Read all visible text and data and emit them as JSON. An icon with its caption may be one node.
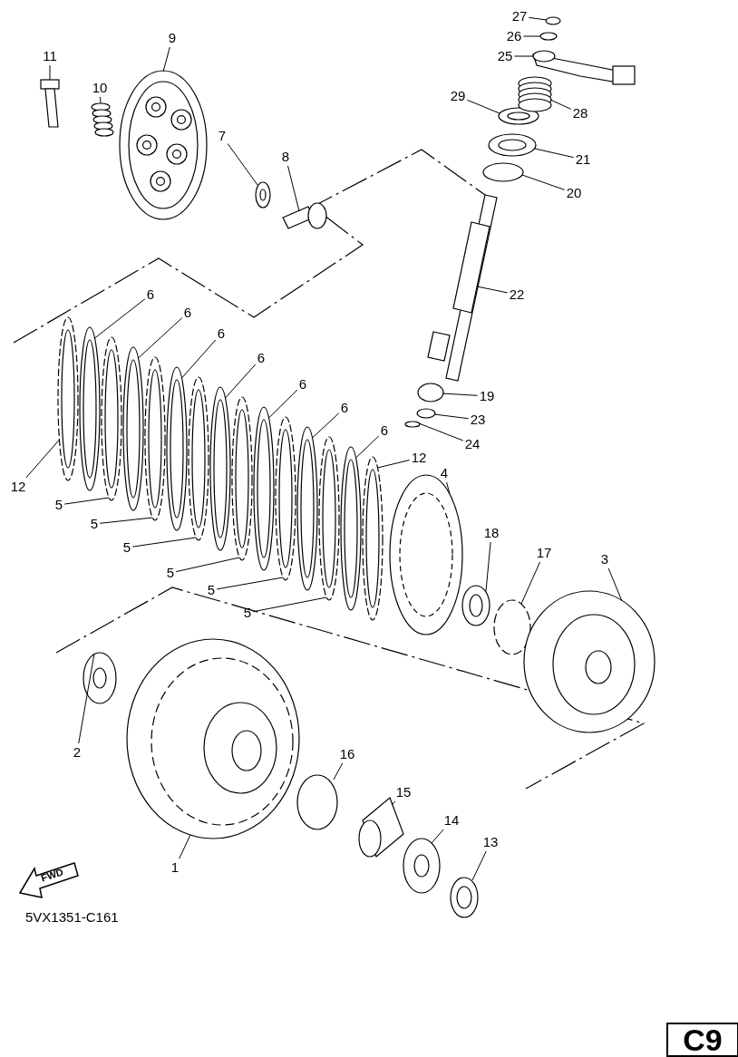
{
  "diagram": {
    "nodes": [
      {
        "text": [
          "27"
        ]
      },
      {
        "text": [
          "9"
        ]
      },
      {
        "text": [
          "26"
        ]
      },
      {
        "text": [
          "11"
        ]
      },
      {
        "text": [
          "25"
        ]
      },
      {
        "text": [
          "10"
        ]
      },
      {
        "text": [
          "29"
        ]
      },
      {
        "text": [
          "28"
        ]
      },
      {
        "text": [
          "7"
        ]
      },
      {
        "text": [
          "8"
        ]
      },
      {
        "text": [
          "21"
        ]
      },
      {
        "text": [
          "20"
        ]
      },
      {
        "text": [
          "22"
        ]
      },
      {
        "text": [
          "6"
        ]
      },
      {
        "text": [
          "6"
        ]
      },
      {
        "text": [
          "6"
        ]
      },
      {
        "text": [
          "6"
        ]
      },
      {
        "text": [
          "6"
        ]
      },
      {
        "text": [
          "6"
        ]
      },
      {
        "text": [
          "6"
        ]
      },
      {
        "text": [
          "19"
        ]
      },
      {
        "text": [
          "23"
        ]
      },
      {
        "text": [
          "24"
        ]
      },
      {
        "text": [
          "12"
        ]
      },
      {
        "text": [
          "4"
        ]
      },
      {
        "text": [
          "12"
        ]
      },
      {
        "text": [
          "5"
        ]
      },
      {
        "text": [
          "5"
        ]
      },
      {
        "text": [
          "5"
        ]
      },
      {
        "text": [
          "5"
        ]
      },
      {
        "text": [
          "5"
        ]
      },
      {
        "text": [
          "5"
        ]
      },
      {
        "text": [
          "18"
        ]
      },
      {
        "text": [
          "17"
        ]
      },
      {
        "text": [
          "3"
        ]
      },
      {
        "text": [
          "16"
        ]
      },
      {
        "text": [
          "2"
        ]
      },
      {
        "text": [
          "15"
        ]
      },
      {
        "text": [
          "14"
        ]
      },
      {
        "text": [
          "13"
        ]
      },
      {
        "text": [
          "1"
        ]
      },
      {
        "text": [
          "C9"
        ]
      },
      {
        "text": [],
        "shape": "circle"
      },
      {
        "text": [],
        "shape": "picture"
      },
      {
        "text": [],
        "shape": "circle"
      },
      {
        "text": [],
        "shape": "picture"
      },
      {
        "text": [],
        "shape": "picture"
      },
      {
        "text": [],
        "shape": "picture"
      },
      {
        "text": [],
        "shape": "picture"
      },
      {
        "text": [],
        "shape": "picture"
      },
      {
        "text": [],
        "shape": "picture"
      },
      {
        "text": [],
        "shape": "picture"
      },
      {
        "text": [],
        "shape": "picture"
      },
      {
        "text": [],
        "shape": "circle"
      },
      {
        "text": [],
        "shape": "picture"
      },
      {
        "text": [],
        "shape": "picture"
      },
      {
        "text": [],
        "shape": "picture"
      },
      {
        "text": [],
        "shape": "picture"
      },
      {
        "text": [],
        "shape": "picture"
      },
      {
        "text": [],
        "shape": "picture"
      },
      {
        "text": [],
        "shape": "picture"
      },
      {
        "text": [],
        "shape": "picture"
      },
      {
        "text": [],
        "shape": "circle"
      },
      {
        "text": [],
        "shape": "circle"
      },
      {
        "text": [],
        "shape": "circle"
      },
      {
        "text": [],
        "shape": "picture"
      },
      {
        "text": [],
        "shape": "picture"
      },
      {
        "text": [],
        "shape": "picture"
      },
      {
        "text": [],
        "shape": "picture"
      },
      {
        "text": [],
        "shape": "picture"
      },
      {
        "text": [],
        "shape": "picture"
      },
      {
        "text": [],
        "shape": "picture"
      },
      {
        "text": [],
        "shape": "picture"
      },
      {
        "text": [],
        "shape": "picture"
      },
      {
        "text": [],
        "shape": "picture"
      },
      {
        "text": [],
        "shape": "circle"
      },
      {
        "text": [],
        "shape": "picture"
      },
      {
        "text": [],
        "shape": "circle"
      },
      {
        "text": [],
        "shape": "picture"
      },
      {
        "text": [],
        "shape": "picture"
      },
      {
        "text": [],
        "shape": "picture"
      },
      {
        "text": [],
        "shape": "picture"
      },
      {
        "text": [],
        "shape": "picture"
      }
    ],
    "edges": [
      {
        "from": 0,
        "to": 42,
        "arrow": "none"
      },
      {
        "from": 1,
        "to": 43,
        "arrow": "none"
      },
      {
        "from": 2,
        "to": 44,
        "arrow": "none"
      },
      {
        "from": 3,
        "to": 45,
        "arrow": "none"
      },
      {
        "from": 4,
        "to": 46,
        "arrow": "none"
      },
      {
        "from": 5,
        "to": 47,
        "arrow": "none"
      },
      {
        "from": 6,
        "to": 48,
        "arrow": "none"
      },
      {
        "from": 7,
        "to": 49,
        "arrow": "none"
      },
      {
        "from": 8,
        "to": 50,
        "arrow": "none"
      },
      {
        "from": 9,
        "to": 51,
        "arrow": "none"
      },
      {
        "from": 10,
        "to": 52,
        "arrow": "none"
      },
      {
        "from": 11,
        "to": 53,
        "arrow": "none"
      },
      {
        "from": 12,
        "to": 54,
        "arrow": "none"
      },
      {
        "from": 13,
        "to": 55,
        "arrow": "none"
      },
      {
        "from": 14,
        "to": 56,
        "arrow": "none"
      },
      {
        "from": 15,
        "to": 57,
        "arrow": "none"
      },
      {
        "from": 16,
        "to": 58,
        "arrow": "none"
      },
      {
        "from": 17,
        "to": 59,
        "arrow": "none"
      },
      {
        "from": 18,
        "to": 60,
        "arrow": "none"
      },
      {
        "from": 19,
        "to": 61,
        "arrow": "none"
      },
      {
        "from": 20,
        "to": 62,
        "arrow": "none"
      },
      {
        "from": 21,
        "to": 63,
        "arrow": "none"
      },
      {
        "from": 22,
        "to": 64,
        "arrow": "none"
      },
      {
        "from": 23,
        "to": 65,
        "arrow": "none"
      },
      {
        "from": 24,
        "to": 66,
        "arrow": "none"
      },
      {
        "from": 25,
        "to": 67,
        "arrow": "none"
      },
      {
        "from": 26,
        "to": 68,
        "arrow": "none"
      },
      {
        "from": 27,
        "to": 69,
        "arrow": "none"
      },
      {
        "from": 28,
        "to": 70,
        "arrow": "none"
      },
      {
        "from": 29,
        "to": 71,
        "arrow": "none"
      },
      {
        "from": 30,
        "to": 72,
        "arrow": "none"
      },
      {
        "from": 31,
        "to": 73,
        "arrow": "none"
      },
      {
        "from": 32,
        "to": 74,
        "arrow": "none"
      },
      {
        "from": 33,
        "to": 75,
        "arrow": "none"
      },
      {
        "from": 34,
        "to": 76,
        "arrow": "none"
      },
      {
        "from": 35,
        "to": 77,
        "arrow": "none"
      },
      {
        "from": 36,
        "to": 78,
        "arrow": "none"
      },
      {
        "from": 37,
        "to": 79,
        "arrow": "none"
      },
      {
        "from": 38,
        "to": 80,
        "arrow": "none"
      },
      {
        "from": 39,
        "to": 81,
        "arrow": "none"
      },
      {
        "from": 40,
        "to": 82,
        "arrow": "none"
      }
    ],
    "labels": [
      "FWD",
      "5VX1351-C161"
    ]
  }
}
